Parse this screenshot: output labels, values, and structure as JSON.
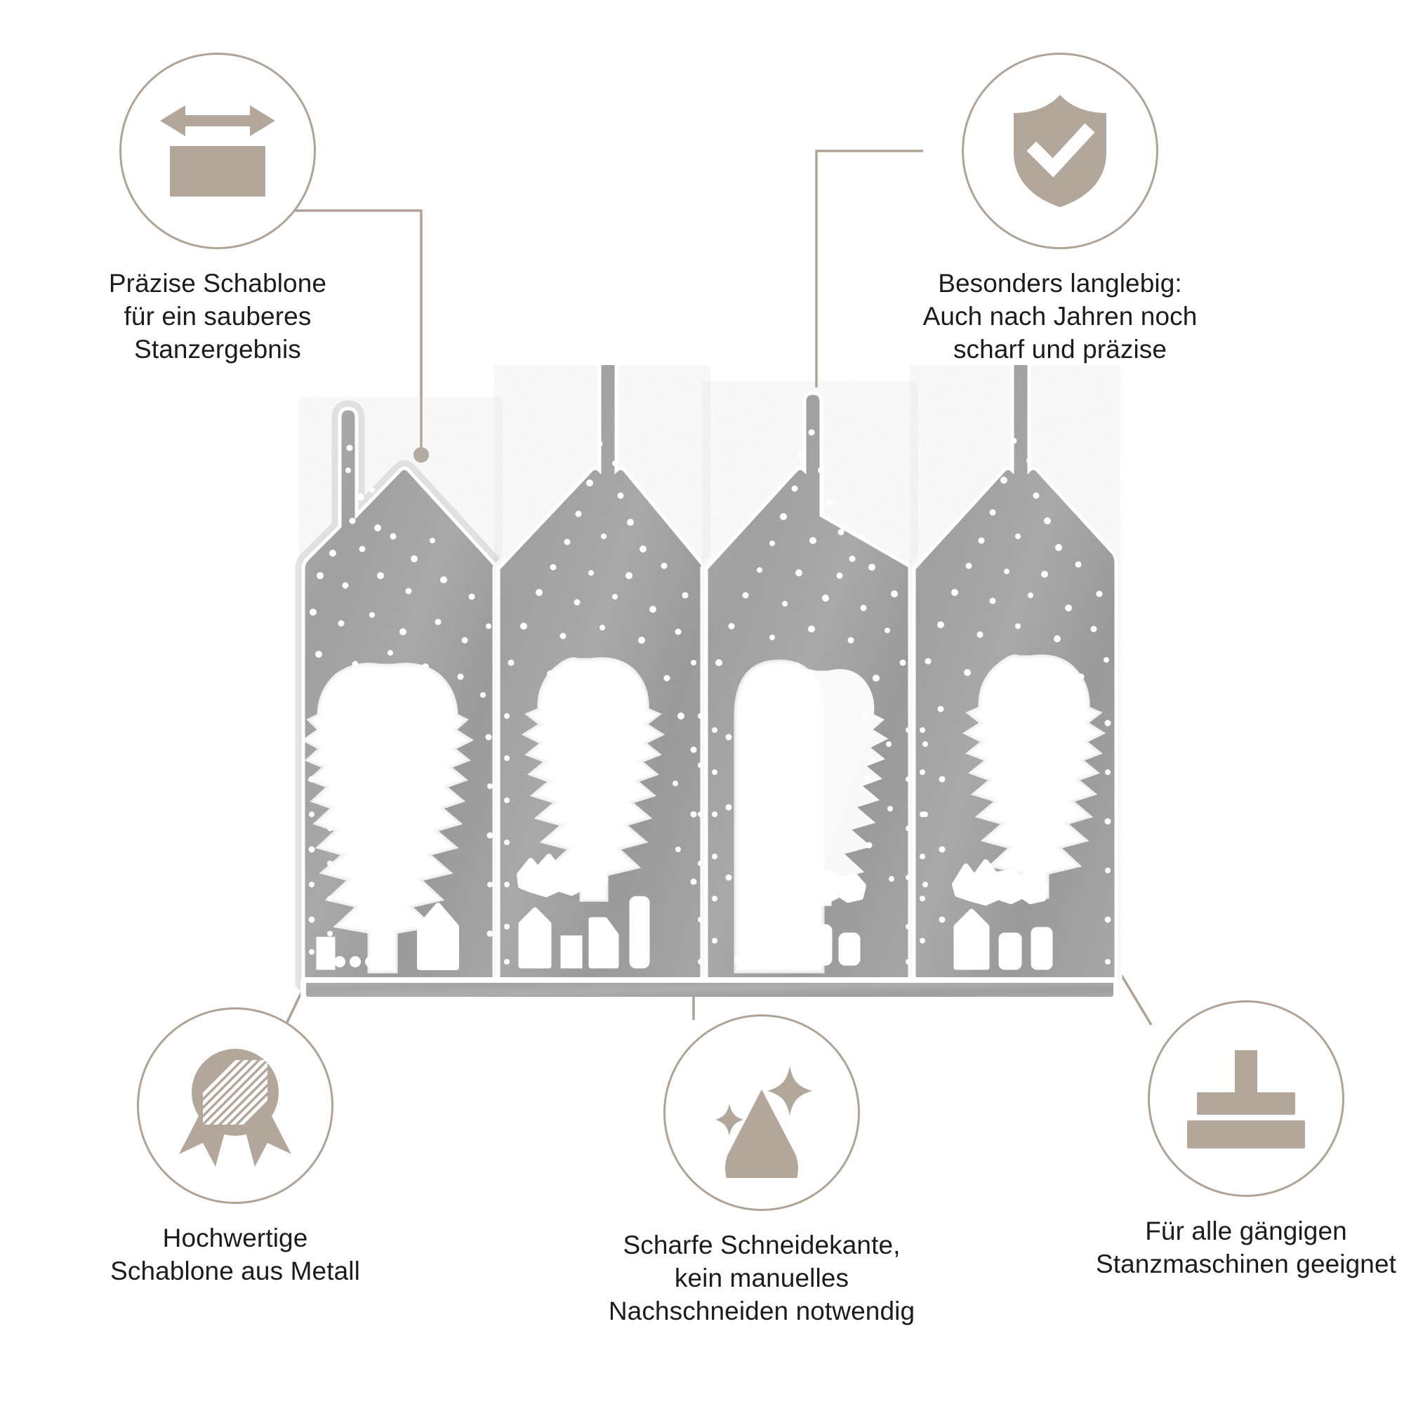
{
  "colors": {
    "accent": "#b3a79b",
    "line": "#b0a396",
    "text": "#1c1c1c",
    "metal_light": "#d6d6d6",
    "metal_mid": "#a9a9a9",
    "metal_dark": "#8f8f8f",
    "background": "#ffffff"
  },
  "product": {
    "name": "stanzschablone-weihnachtsdorf",
    "description": "Metall-Stanzschablone mit vier Giebelpanelen, Tannenbäumen, Rehen, Häusern und Schneepunkten",
    "panels": 4
  },
  "features": [
    {
      "id": "precise",
      "icon": "width-arrow-rectangle-icon",
      "label": "Präzise Schablone\nfür ein sauberes\nStanzergebnis"
    },
    {
      "id": "durable",
      "icon": "shield-check-icon",
      "label": "Besonders langlebig:\nAuch nach Jahren noch\nscharf und präzise"
    },
    {
      "id": "metal",
      "icon": "award-rosette-icon",
      "label": "Hochwertige\nSchablone aus Metall"
    },
    {
      "id": "sharp",
      "icon": "droplet-sparkle-icon",
      "label": "Scharfe Schneidekante,\nkein manuelles\nNachschneiden notwendig"
    },
    {
      "id": "machines",
      "icon": "stamp-press-icon",
      "label": "Für alle gängigen\nStanzmaschinen geeignet"
    }
  ]
}
